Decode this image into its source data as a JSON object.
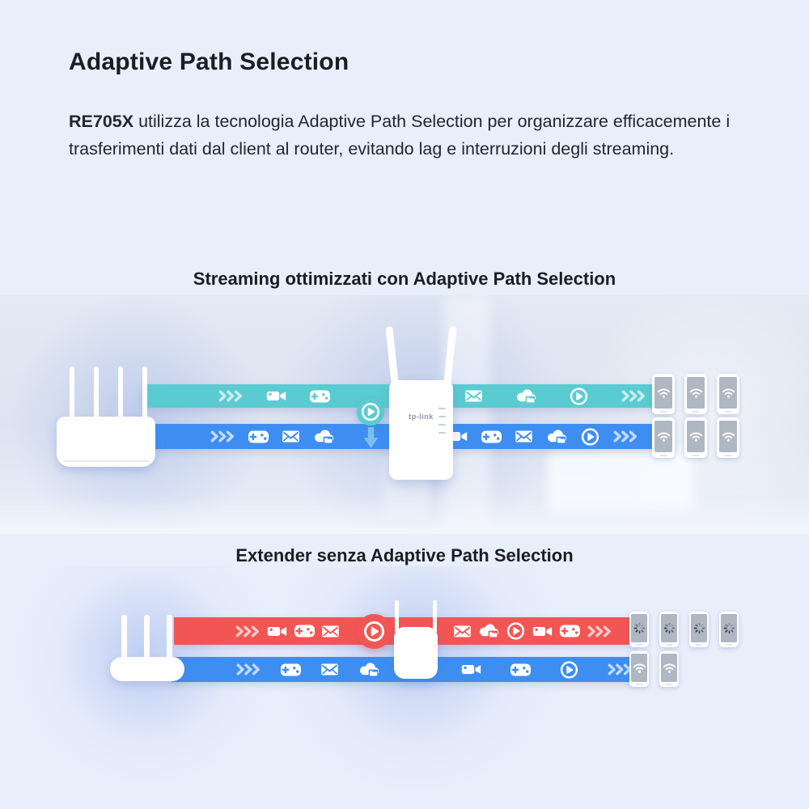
{
  "header": {
    "title": "Adaptive Path Selection",
    "intro_highlight": "RE705X",
    "intro_text": " utilizza la tecnologia Adaptive Path Selection per organizzare efficacemente i trasferimenti dati dal client al router, evitando lag e interruzioni degli streaming."
  },
  "colors": {
    "page-bg": "#E9EEFB",
    "text": "#1B1D24",
    "teal": "#5BCBD2",
    "blue": "#3E8EF1",
    "red": "#F15654",
    "arrow": "#7FC2EF",
    "phone-screen": "#AFB7C3",
    "spinner": "#2E3238",
    "extender-led": "#C9D1DD",
    "logo-gray": "#8C95A4"
  },
  "diagrams": {
    "optimized": {
      "heading": "Streaming ottimizzati con Adaptive Path Selection",
      "extender_logo": "tp-link",
      "bands": {
        "teal": {
          "left_icons": [
            "chevrons",
            "video-camera",
            "gamepad"
          ],
          "right_icons": [
            "mail",
            "cloud-transfer",
            "play-circle",
            "chevrons"
          ]
        },
        "blue": {
          "left_icons": [
            "chevrons",
            "gamepad",
            "mail",
            "cloud-transfer"
          ],
          "right_icons": [
            "video-camera",
            "gamepad",
            "mail",
            "cloud-transfer",
            "play-circle",
            "chevrons"
          ]
        }
      },
      "reroute": {
        "icons": [
          "play-circle"
        ],
        "arrow": [
          "arrow-down"
        ]
      },
      "devices": {
        "top": {
          "count": 3,
          "status": "wifi"
        },
        "bottom": {
          "count": 3,
          "status": "wifi"
        }
      }
    },
    "legacy": {
      "heading": "Extender senza Adaptive Path Selection",
      "bands": {
        "red": {
          "left_icons": [
            "chevrons",
            "video-camera",
            "gamepad",
            "mail"
          ],
          "right_icons": [
            "mail",
            "cloud-transfer",
            "play-circle",
            "video-camera",
            "gamepad",
            "chevrons"
          ]
        },
        "blue": {
          "left_icons": [
            "chevrons",
            "gamepad",
            "mail",
            "cloud-transfer"
          ],
          "right_icons": [
            "video-camera",
            "gamepad",
            "play-circle",
            "chevrons"
          ]
        }
      },
      "stuck": {
        "icons": [
          "play-circle"
        ]
      },
      "devices": {
        "top": {
          "count": 4,
          "status": "loading"
        },
        "bottom": {
          "count": 2,
          "status": "wifi"
        }
      }
    }
  }
}
